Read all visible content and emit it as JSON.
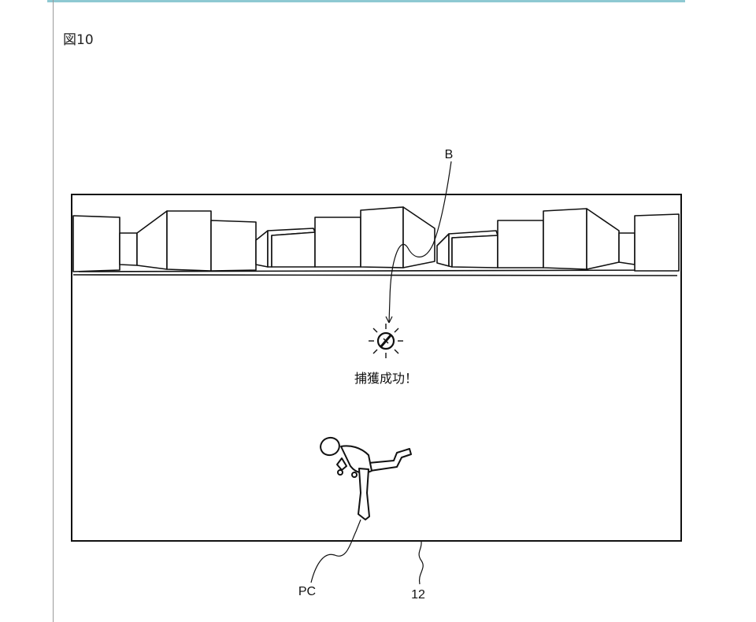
{
  "figure": {
    "label": "図10"
  },
  "screen": {
    "message": "捕獲成功！",
    "item_icon": "capture-ball-icon",
    "character_icon": "running-player-character"
  },
  "reference_labels": {
    "ball": "B",
    "player_character": "PC",
    "display": "12"
  }
}
